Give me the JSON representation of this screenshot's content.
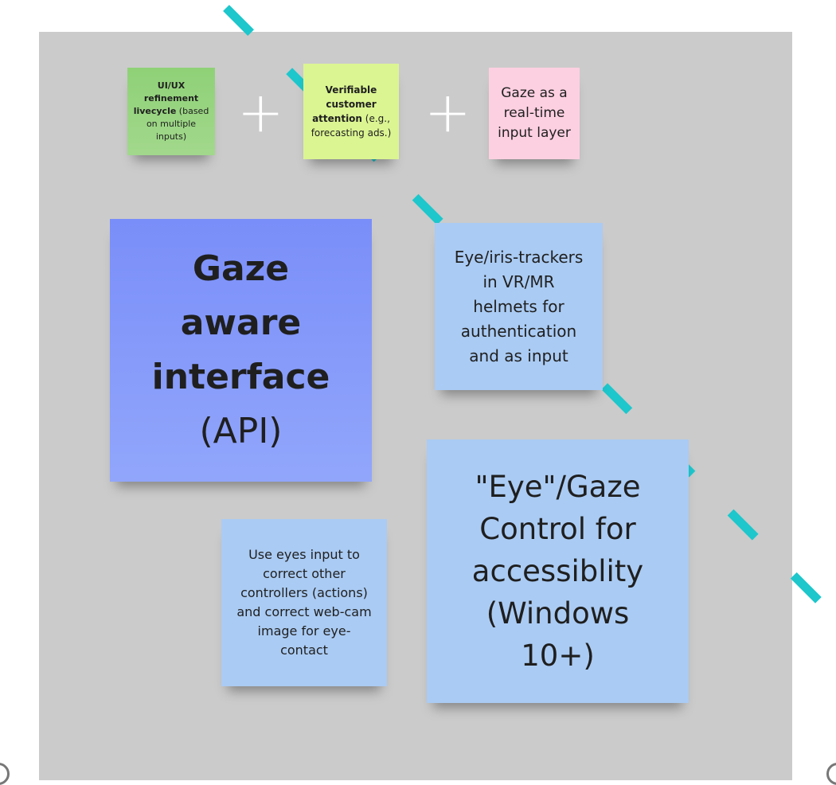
{
  "notes": {
    "n1": {
      "bold": "UI/UX refinement livecycle",
      "rest": " (based on multiple inputs)",
      "color": "#92d27b"
    },
    "n2": {
      "bold": "Verifiable customer attention",
      "rest": " (e.g., forecasting ads.)",
      "color": "#dbf592"
    },
    "n3": {
      "text": "Gaze as a real-time input layer",
      "color": "#fdd0e1"
    },
    "n4": {
      "bold": "Gaze aware interface",
      "rest": "(API)",
      "color": "#8398fa"
    },
    "n5": {
      "text": "Eye/iris-trackers in VR/MR helmets for authentication and as input",
      "color": "#aacbf3"
    },
    "n6": {
      "text": "Use eyes input to correct other controllers (actions) and correct web-cam image for eye-contact",
      "color": "#aacbf3"
    },
    "n7": {
      "text": "\"Eye\"/Gaze Control for accessiblity (Windows 10+)",
      "color": "#aacbf3"
    }
  },
  "plus": "+",
  "colors": {
    "dash": "#1dc7cc",
    "frame": "#cbcbcb"
  }
}
